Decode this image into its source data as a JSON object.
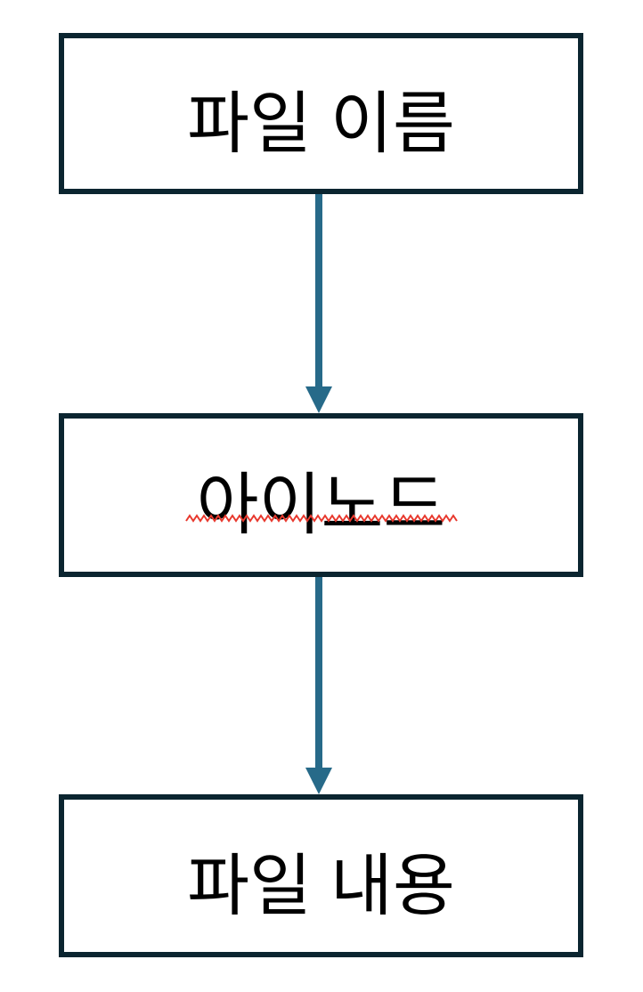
{
  "diagram": {
    "type": "flowchart-vertical",
    "nodes": [
      {
        "id": "file-name",
        "label": "파일 이름",
        "misspelled": false
      },
      {
        "id": "inode",
        "label": "아이노드",
        "misspelled": true
      },
      {
        "id": "file-contents",
        "label": "파일 내용",
        "misspelled": false
      }
    ],
    "edges": [
      {
        "from": "file-name",
        "to": "inode",
        "style": "arrow-down"
      },
      {
        "from": "inode",
        "to": "file-contents",
        "style": "arrow-down"
      }
    ],
    "colors": {
      "background": "#ffffff",
      "box_border": "#0b2530",
      "box_fill": "#ffffff",
      "text": "#000000",
      "arrow": "#276a89",
      "misspell_underline": "#e8392e"
    }
  }
}
